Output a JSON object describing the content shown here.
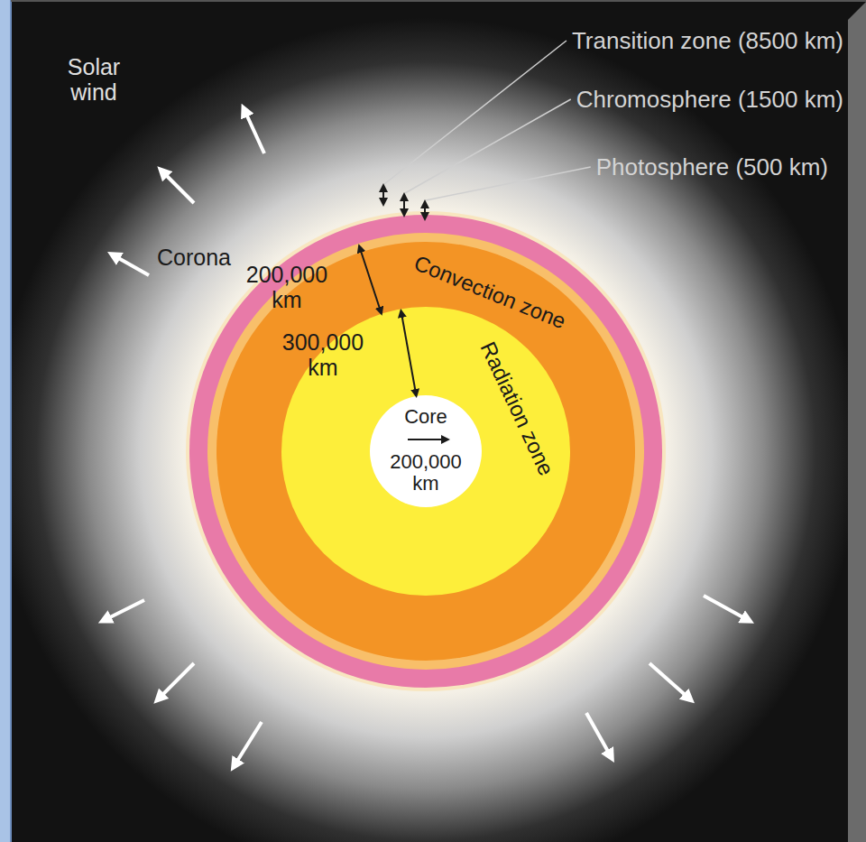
{
  "diagram": {
    "nodes": [
      {
        "text": [
          "Convection zone"
        ]
      },
      {
        "text": [
          "Radiation zone"
        ],
        "in": 0
      },
      {
        "text": [
          "Core",
          "200,000 km"
        ],
        "in": 1
      }
    ],
    "labels": [
      "Solar wind",
      "Corona",
      "Transition zone (8500 km)",
      "Chromosphere (1500 km)",
      "Photosphere (500 km)",
      "200,000 km",
      "300,000 km"
    ]
  }
}
